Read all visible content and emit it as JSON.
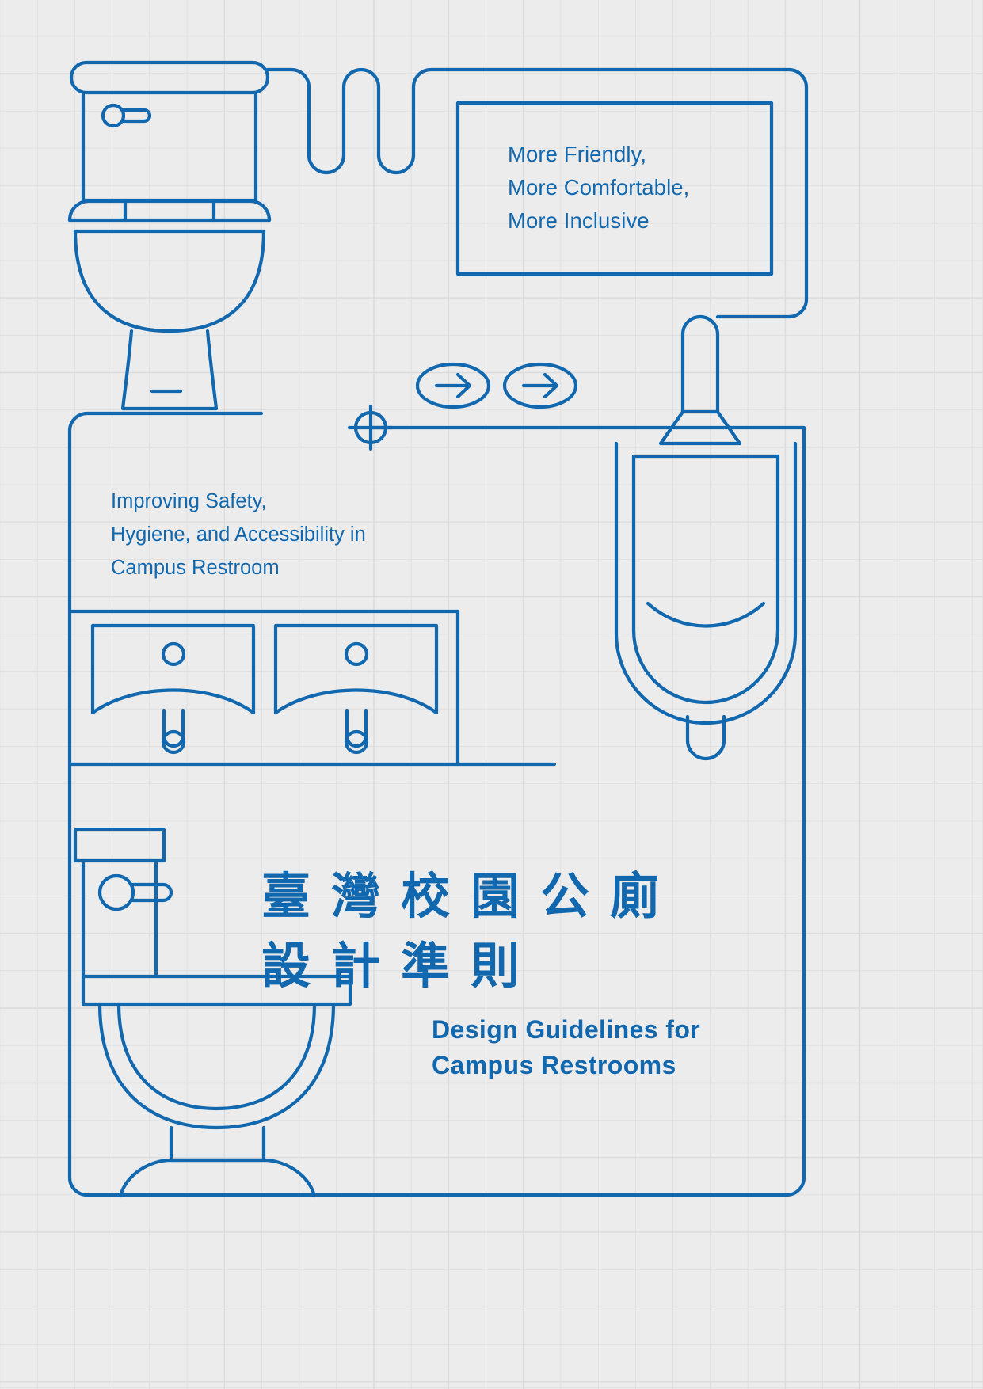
{
  "poster": {
    "background_color": "#ececec",
    "grid_color": "#dcdcdc",
    "ink_color": "#1268ae"
  },
  "headline": {
    "lines": [
      "More Friendly,",
      "More Comfortable,",
      "More Inclusive"
    ],
    "line1": "More Friendly,",
    "line2": "More Comfortable,",
    "line3": "More Inclusive"
  },
  "subhead": {
    "lines": [
      "Improving Safety,",
      "Hygiene, and Accessibility in",
      "Campus Restroom"
    ],
    "line1": "Improving Safety,",
    "line2": "Hygiene, and Accessibility in",
    "line3": "Campus Restroom"
  },
  "title": {
    "zh_line1": "臺灣校園公廁",
    "zh_line2": "設計準則",
    "en_line1": "Design Guidelines for",
    "en_line2": "Campus Restrooms"
  },
  "icons": {
    "arrow_1": "arrow-right-icon",
    "arrow_2": "arrow-right-icon",
    "registration": "crosshair-registration-icon"
  },
  "illustrations": {
    "toilet_top": "toilet-side-elevation",
    "toilet_bottom": "toilet-side-elevation",
    "urinal": "wall-urinal",
    "basin_left": "washbasin",
    "basin_right": "washbasin"
  }
}
